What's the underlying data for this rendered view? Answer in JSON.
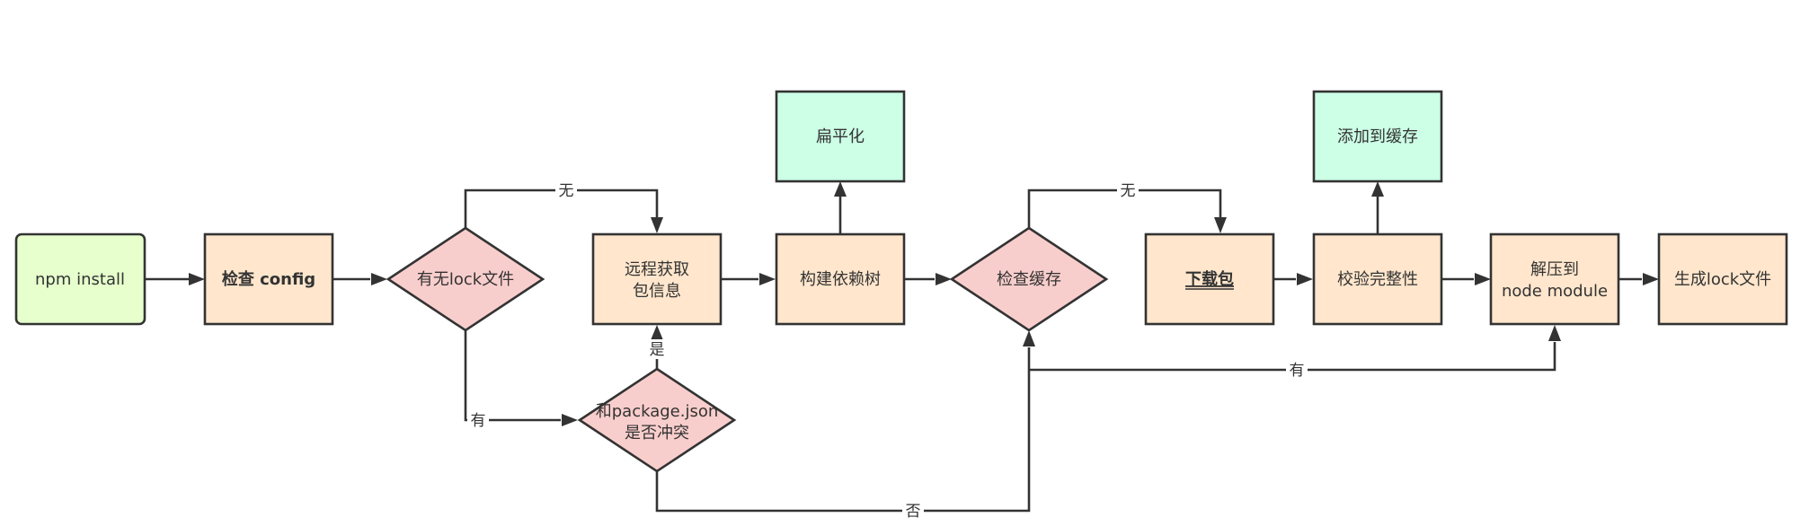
{
  "colors": {
    "start": "#E6FFCC",
    "process": "#FFE6CC",
    "decision": "#F8CECC",
    "cache": "#CCFFE6",
    "stroke": "#333333"
  },
  "nodes": {
    "npm_install": "npm install",
    "check_config": "检查 config",
    "has_lock": "有无lock文件",
    "remote_fetch_1": "远程获取",
    "remote_fetch_2": "包信息",
    "conflict_1": "和package.json",
    "conflict_2": "是否冲突",
    "build_tree": "构建依赖树",
    "flatten": "扁平化",
    "check_cache": "检查缓存",
    "download": "下载包",
    "add_cache": "添加到缓存",
    "verify": "校验完整性",
    "extract_1": "解压到",
    "extract_2": "node module",
    "gen_lock": "生成lock文件"
  },
  "edges": {
    "lock_none": "无",
    "lock_has": "有",
    "conflict_yes": "是",
    "conflict_no": "否",
    "cache_none": "无",
    "cache_has": "有"
  }
}
